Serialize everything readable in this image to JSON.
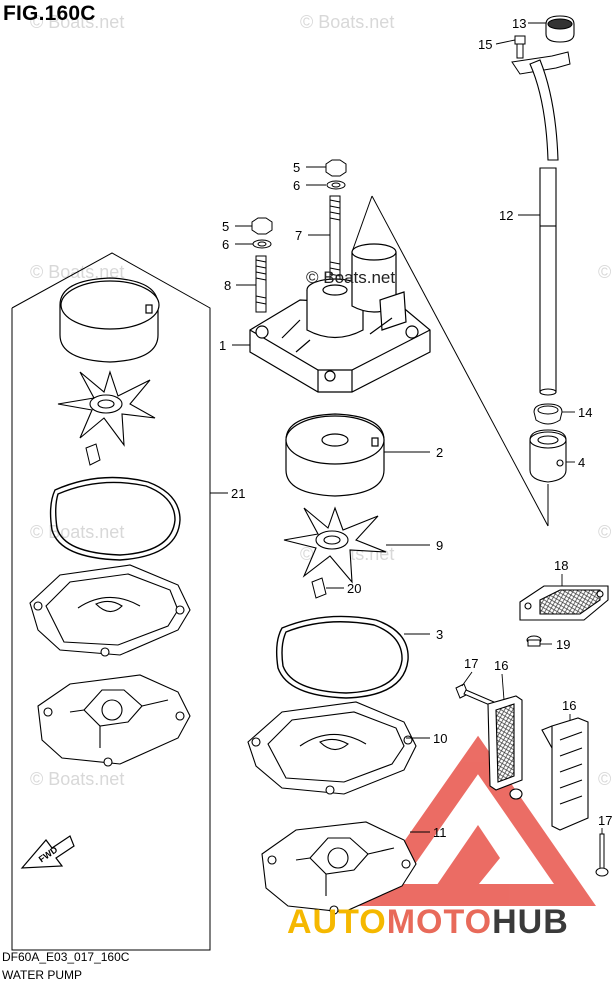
{
  "figure": {
    "title": "FIG.160C",
    "code": "DF60A_E03_017_160C",
    "name": "WATER PUMP"
  },
  "watermark": {
    "text": "© Boats.net"
  },
  "brand": {
    "part1": "AUTO",
    "part2": "MOTO",
    "part3": "HUB",
    "colors": {
      "auto": "#f5b800",
      "moto": "#e86a5a",
      "hub": "#3a3a3a",
      "triangle": "#e8534a"
    }
  },
  "fwd_label": "FWD",
  "callouts": [
    {
      "id": "1",
      "label": "1"
    },
    {
      "id": "2",
      "label": "2"
    },
    {
      "id": "3",
      "label": "3"
    },
    {
      "id": "4",
      "label": "4"
    },
    {
      "id": "5a",
      "label": "5"
    },
    {
      "id": "5b",
      "label": "5"
    },
    {
      "id": "6a",
      "label": "6"
    },
    {
      "id": "6b",
      "label": "6"
    },
    {
      "id": "7",
      "label": "7"
    },
    {
      "id": "8",
      "label": "8"
    },
    {
      "id": "9",
      "label": "9"
    },
    {
      "id": "10",
      "label": "10"
    },
    {
      "id": "11",
      "label": "11"
    },
    {
      "id": "12",
      "label": "12"
    },
    {
      "id": "13",
      "label": "13"
    },
    {
      "id": "14",
      "label": "14"
    },
    {
      "id": "15",
      "label": "15"
    },
    {
      "id": "16a",
      "label": "16"
    },
    {
      "id": "16b",
      "label": "16"
    },
    {
      "id": "17a",
      "label": "17"
    },
    {
      "id": "17b",
      "label": "17"
    },
    {
      "id": "18",
      "label": "18"
    },
    {
      "id": "19",
      "label": "19"
    },
    {
      "id": "20",
      "label": "20"
    },
    {
      "id": "21",
      "label": "21"
    }
  ]
}
